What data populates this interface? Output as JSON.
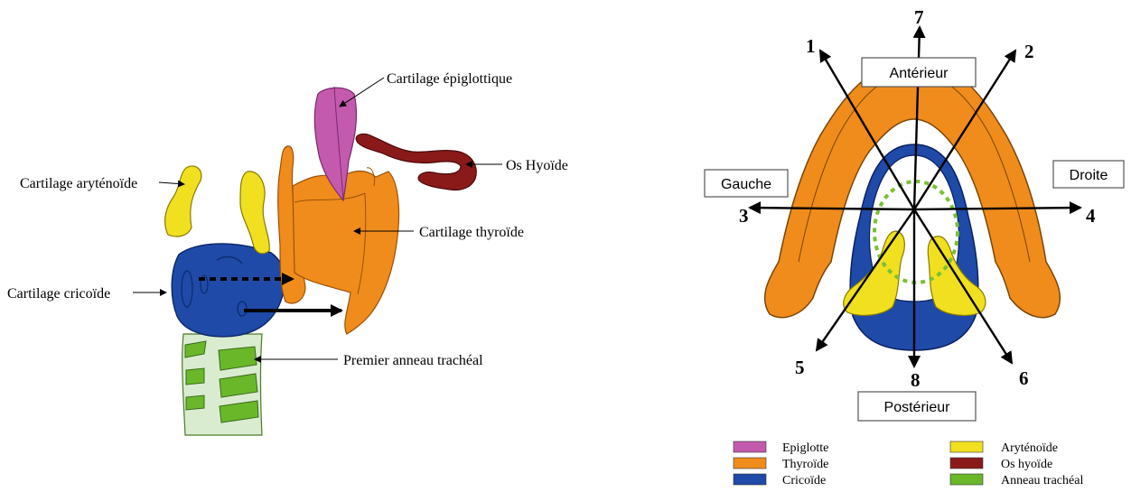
{
  "left_labels": {
    "epiglottic": "Cartilage épiglottique",
    "hyoid": "Os Hyoïde",
    "arytenoid": "Cartilage aryténoïde",
    "thyroid": "Cartilage thyroïde",
    "cricoid": "Cartilage cricoïde",
    "tracheal": "Premier anneau trachéal"
  },
  "directions": {
    "anterior": "Antérieur",
    "posterior": "Postérieur",
    "left": "Gauche",
    "right": "Droite"
  },
  "axis_numbers": [
    "1",
    "2",
    "3",
    "4",
    "5",
    "6",
    "7",
    "8"
  ],
  "legend": [
    {
      "label": "Epiglotte",
      "color": "#c45aad"
    },
    {
      "label": "Thyroïde",
      "color": "#f08c1c"
    },
    {
      "label": "Cricoïde",
      "color": "#1f4aa8"
    },
    {
      "label": "Aryténoïde",
      "color": "#f0e020"
    },
    {
      "label": "Os hyoïde",
      "color": "#8a1a1a"
    },
    {
      "label": "Anneau trachéal",
      "color": "#6ab82a"
    }
  ]
}
